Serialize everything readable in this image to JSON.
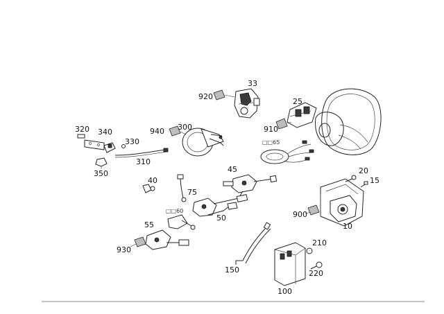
{
  "labels": {
    "p33": "33",
    "p920": "920",
    "p25": "25",
    "p910": "910",
    "p320": "320",
    "p340": "340",
    "p330": "330",
    "p350": "350",
    "p310": "310",
    "p940": "940",
    "p300": "300",
    "p65": "□□65",
    "p45": "45",
    "p40": "40",
    "p75": "75",
    "p60": "□□60",
    "p50": "50",
    "p20": "20",
    "p15": "15",
    "p900": "900",
    "p10": "10",
    "p55": "55",
    "p930": "930",
    "p210": "210",
    "p150": "150",
    "p220": "220",
    "p100": "100"
  }
}
